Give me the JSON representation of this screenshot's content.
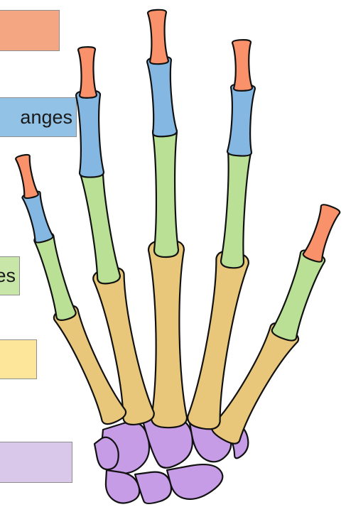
{
  "legend": [
    {
      "key": "distal",
      "label": "",
      "color": "#f4a582"
    },
    {
      "key": "middle",
      "label": "anges",
      "color": "#92c2e6"
    },
    {
      "key": "proximal",
      "label": "es",
      "color": "#c8e6a8"
    },
    {
      "key": "meta",
      "label": "",
      "color": "#fde59a"
    },
    {
      "key": "carpal",
      "label": "",
      "color": "#dac8ea"
    }
  ],
  "bone_colors": {
    "distal": "#f9926a",
    "middle": "#84b8e2",
    "proximal": "#b9e095",
    "metacarpal": "#e9c77a",
    "carpal": "#c79ce6"
  }
}
